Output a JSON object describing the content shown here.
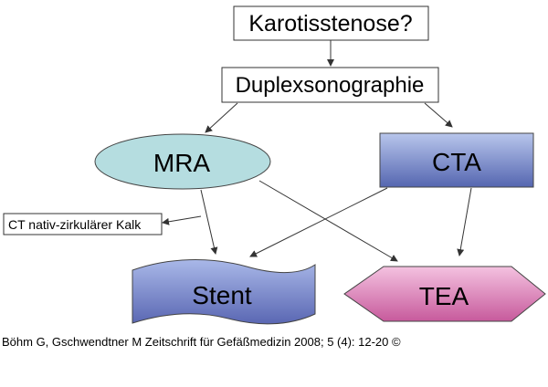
{
  "nodes": {
    "start": "Karotisstenose?",
    "duplex": "Duplexsonographie",
    "mra": "MRA",
    "cta": "CTA",
    "ct_native": "CT nativ-zirkulärer Kalk",
    "stent": "Stent",
    "tea": "TEA"
  },
  "colors": {
    "mra_fill": "#b5dde0",
    "cta_fill_top": "#b8c6ec",
    "cta_fill_bottom": "#5566b0",
    "stent_fill_top": "#a9b8e8",
    "stent_fill_bottom": "#5a67b3",
    "tea_fill_top": "#f4c2e0",
    "tea_fill_bottom": "#c75a9c",
    "edge": "#333333"
  },
  "caption": "Böhm G, Gschwendtner M Zeitschrift für Gefäßmedizin 2008; 5 (4): 12-20 ©"
}
